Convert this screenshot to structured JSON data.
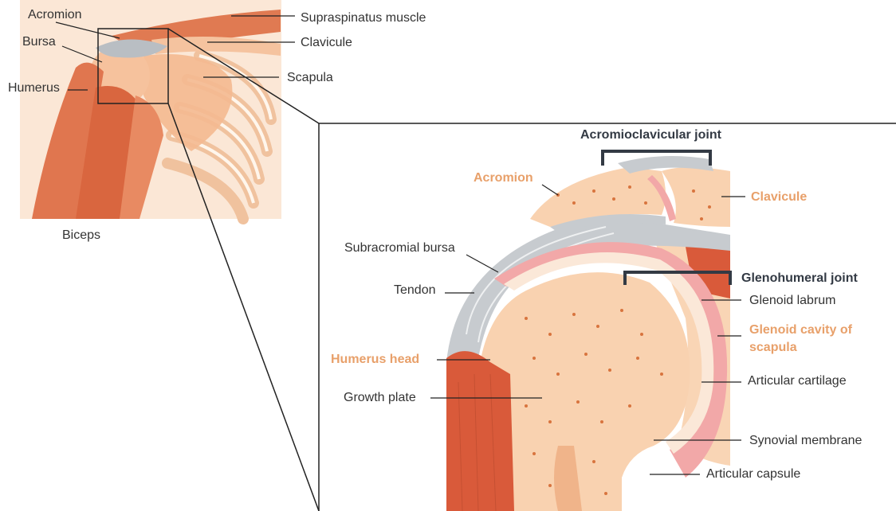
{
  "colors": {
    "highlight": "#E8A06A",
    "title": "#333A44",
    "leader": "#222222",
    "frame": "#222222",
    "skin": "#F6C9A6",
    "bone": "#F8D2B0",
    "bone_spot": "#D8743E",
    "muscle": "#D95A3A",
    "muscle_light": "#E98A63",
    "tendon": "#B9BEC3",
    "cartilage": "#FBE8D8",
    "membrane": "#F2A8A8"
  },
  "overview": {
    "labels": {
      "acromion": "Acromion",
      "bursa": "Bursa",
      "humerus": "Humerus",
      "supraspinatus": "Supraspinatus muscle",
      "clavicule": "Clavicule",
      "scapula": "Scapula",
      "biceps": "Biceps"
    }
  },
  "detail": {
    "joints": {
      "acromioclavicular": "Acromioclavicular joint",
      "glenohumeral": "Glenohumeral joint"
    },
    "labels": {
      "acromion": "Acromion",
      "clavicule": "Clavicule",
      "subacromial_bursa": "Subracromial bursa",
      "tendon": "Tendon",
      "humerus_head": "Humerus head",
      "growth_plate": "Growth plate",
      "glenoid_labrum": "Glenoid labrum",
      "glenoid_cavity_line1": "Glenoid cavity of",
      "glenoid_cavity_line2": "scapula",
      "articular_cartilage": "Articular cartilage",
      "synovial_membrane": "Synovial membrane",
      "articular_capsule": "Articular capsule"
    }
  }
}
